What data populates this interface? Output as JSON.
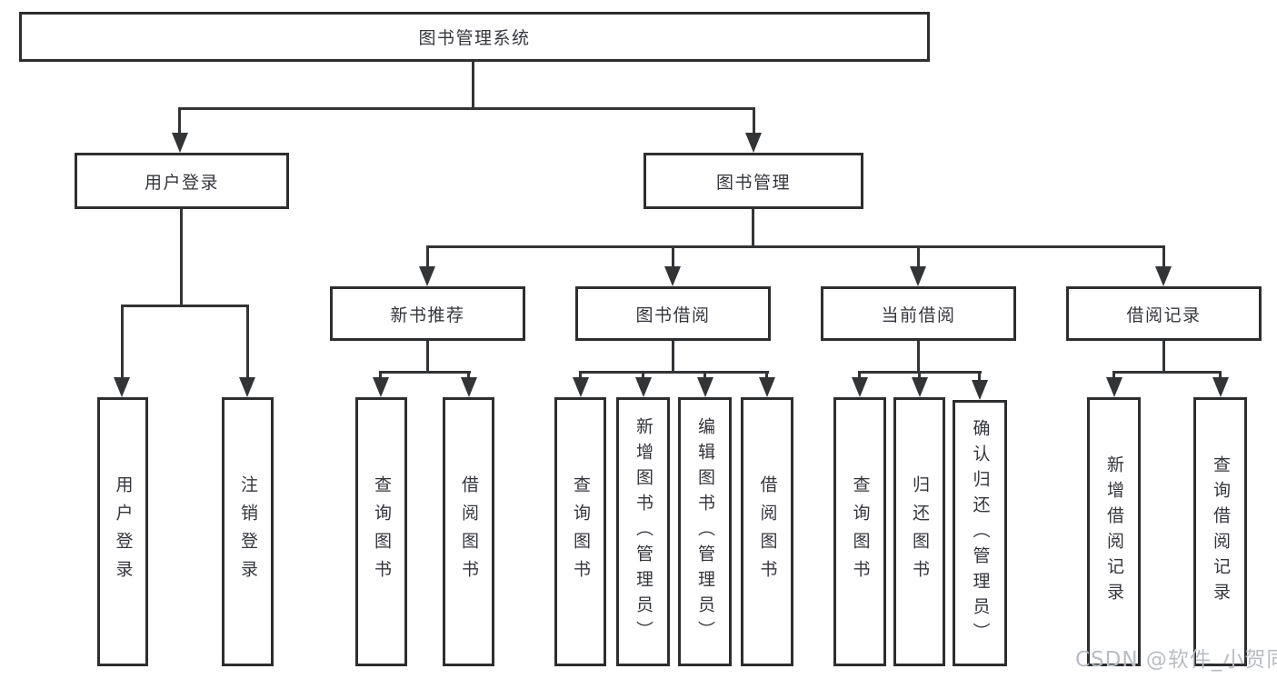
{
  "diagram": {
    "title": "图书管理系统",
    "level2": [
      {
        "label": "用户登录"
      },
      {
        "label": "图书管理"
      }
    ],
    "level3": [
      {
        "label": "新书推荐"
      },
      {
        "label": "图书借阅"
      },
      {
        "label": "当前借阅"
      },
      {
        "label": "借阅记录"
      }
    ],
    "leaves": {
      "user": [
        {
          "label": "用户登录"
        },
        {
          "label": "注销登录"
        }
      ],
      "recommend": [
        {
          "label": "查询图书"
        },
        {
          "label": "借阅图书"
        }
      ],
      "borrow": [
        {
          "label": "查询图书"
        },
        {
          "label": "新增图书（管理员）"
        },
        {
          "label": "编辑图书（管理员）"
        },
        {
          "label": "借阅图书"
        }
      ],
      "current": [
        {
          "label": "查询图书"
        },
        {
          "label": "归还图书"
        },
        {
          "label": "确认归还（管理员）"
        }
      ],
      "records": [
        {
          "label": "新增借阅记录"
        },
        {
          "label": "查询借阅记录"
        }
      ]
    },
    "colors": {
      "line": "#333436",
      "box_border": "#2d2e30",
      "text": "#34363c",
      "background": "#ffffff",
      "watermark": "#b9bdc3"
    }
  },
  "watermark": {
    "text": "CSDN @软件_小贺同学"
  }
}
